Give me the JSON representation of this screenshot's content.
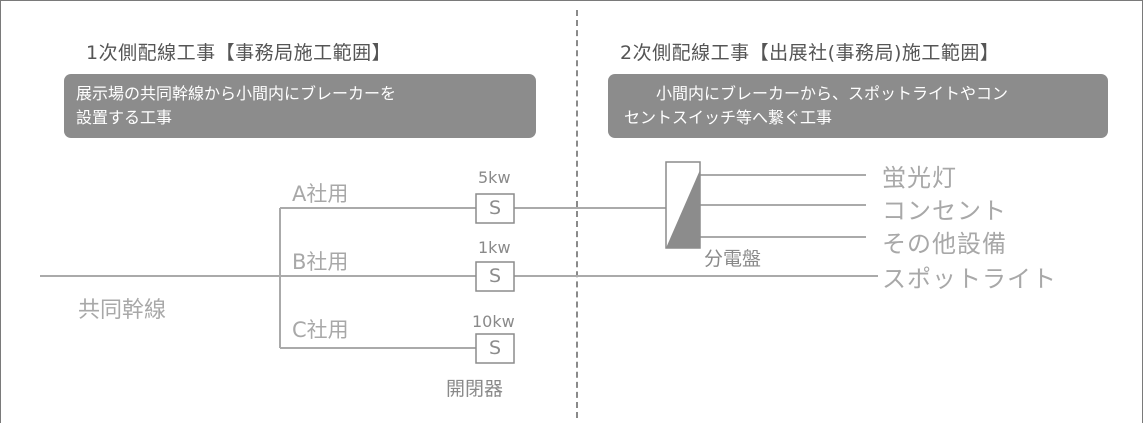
{
  "section_left": {
    "title": "1次側配線工事【事務局施工範囲】",
    "desc_line1": "展示場の共同幹線から小間内にブレーカーを",
    "desc_line2": "設置する工事"
  },
  "section_right": {
    "title": "2次側配線工事【出展社(事務局)施工範囲】",
    "desc_line1": "小間内にブレーカーから、スポットライトやコン",
    "desc_line2": "セントスイッチ等へ繋ぐ工事"
  },
  "trunk_label": "共同幹線",
  "branches": [
    {
      "company": "A社用",
      "rating": "5kw",
      "switch": "S"
    },
    {
      "company": "B社用",
      "rating": "1kw",
      "switch": "S"
    },
    {
      "company": "C社用",
      "rating": "10kw",
      "switch": "S"
    }
  ],
  "switch_label": "開閉器",
  "panel_label": "分電盤",
  "outputs": [
    "蛍光灯",
    "コンセント",
    "その他設備",
    "スポットライト"
  ],
  "colors": {
    "line": "#aaaaaa",
    "desc_box": "#8c8c8c",
    "title_text": "#555555",
    "label_text": "#a8a8a8"
  }
}
